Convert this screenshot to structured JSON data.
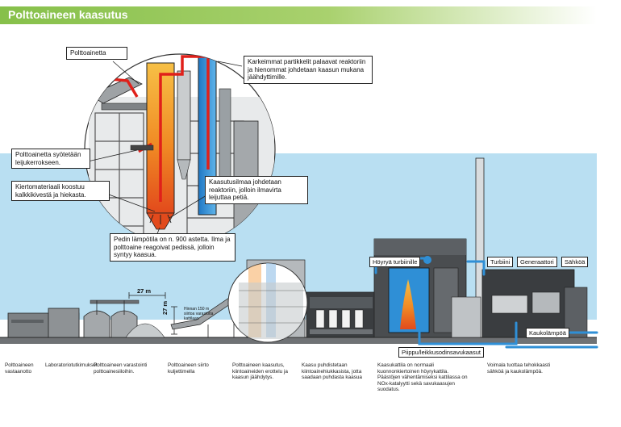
{
  "title": "Polttoaineen kaasutus",
  "callouts": {
    "fuel": "Polttoainetta",
    "particles": "Karkeimmat partikkelit palaavat reaktoriin ja hienommat johdetaan kaasun mukana jäähdyttimille.",
    "feed": "Polttoainetta syötetään leijukerrokseen.",
    "circulating": "Kiertomateriaali koostuu kalkkikivestä ja hiekasta.",
    "gasair": "Kaasutusilmaa johdetaan reaktoriin, jolloin ilmavirta leijuttaa petiä.",
    "bed": "Pedin lämpötila on n. 900 astetta. Ilma ja polttoaine reagoivat pedissä, jolloin syntyy kaasua."
  },
  "labels": {
    "steam_turbine": "Höyryä turbiinille",
    "turbine": "Turbiini",
    "generator": "Generaattori",
    "electricity": "Sähköä",
    "district_heat": "Kaukolämpöä",
    "flue_gas": "Piippu/leikkusodinsavukaasut"
  },
  "dimensions": {
    "width": "27 m",
    "height": "27 m",
    "conveyor_note": "Hinnan 150 m siirtoa varastolta kattilaan"
  },
  "captions": [
    "Polttoaineen vastaanotto",
    "Laboratoriotutkimukset",
    "Polttoaineen varastointi polttoainesiiloihin.",
    "Polttoaineen siirto kuljettimella",
    "Polttoaineen kaasutus, kiintoaineiden erottelu ja kaasun jäähdytys.",
    "Kaasu puhdistetaan kiintoainehiukkasista, jotta saadaan puhdasta kaasua",
    "Kaasukattila on normaali kuonnonkiertoinen höyrykattila. Päästöjen vähentämiseksi kattilassa on NOx-katalyytti sekä savukaasujen suodatus.",
    "Voimala tuottaa tehokkaasti sähköä ja kaukolämpöä."
  ],
  "colors": {
    "title_green": "#86c04a",
    "sky": "#b9dff2",
    "reactor_orange": "#f08a24",
    "cooler_blue": "#2f8fd6",
    "gas_red": "#e0201a",
    "structure_gray": "#8a8d90"
  }
}
